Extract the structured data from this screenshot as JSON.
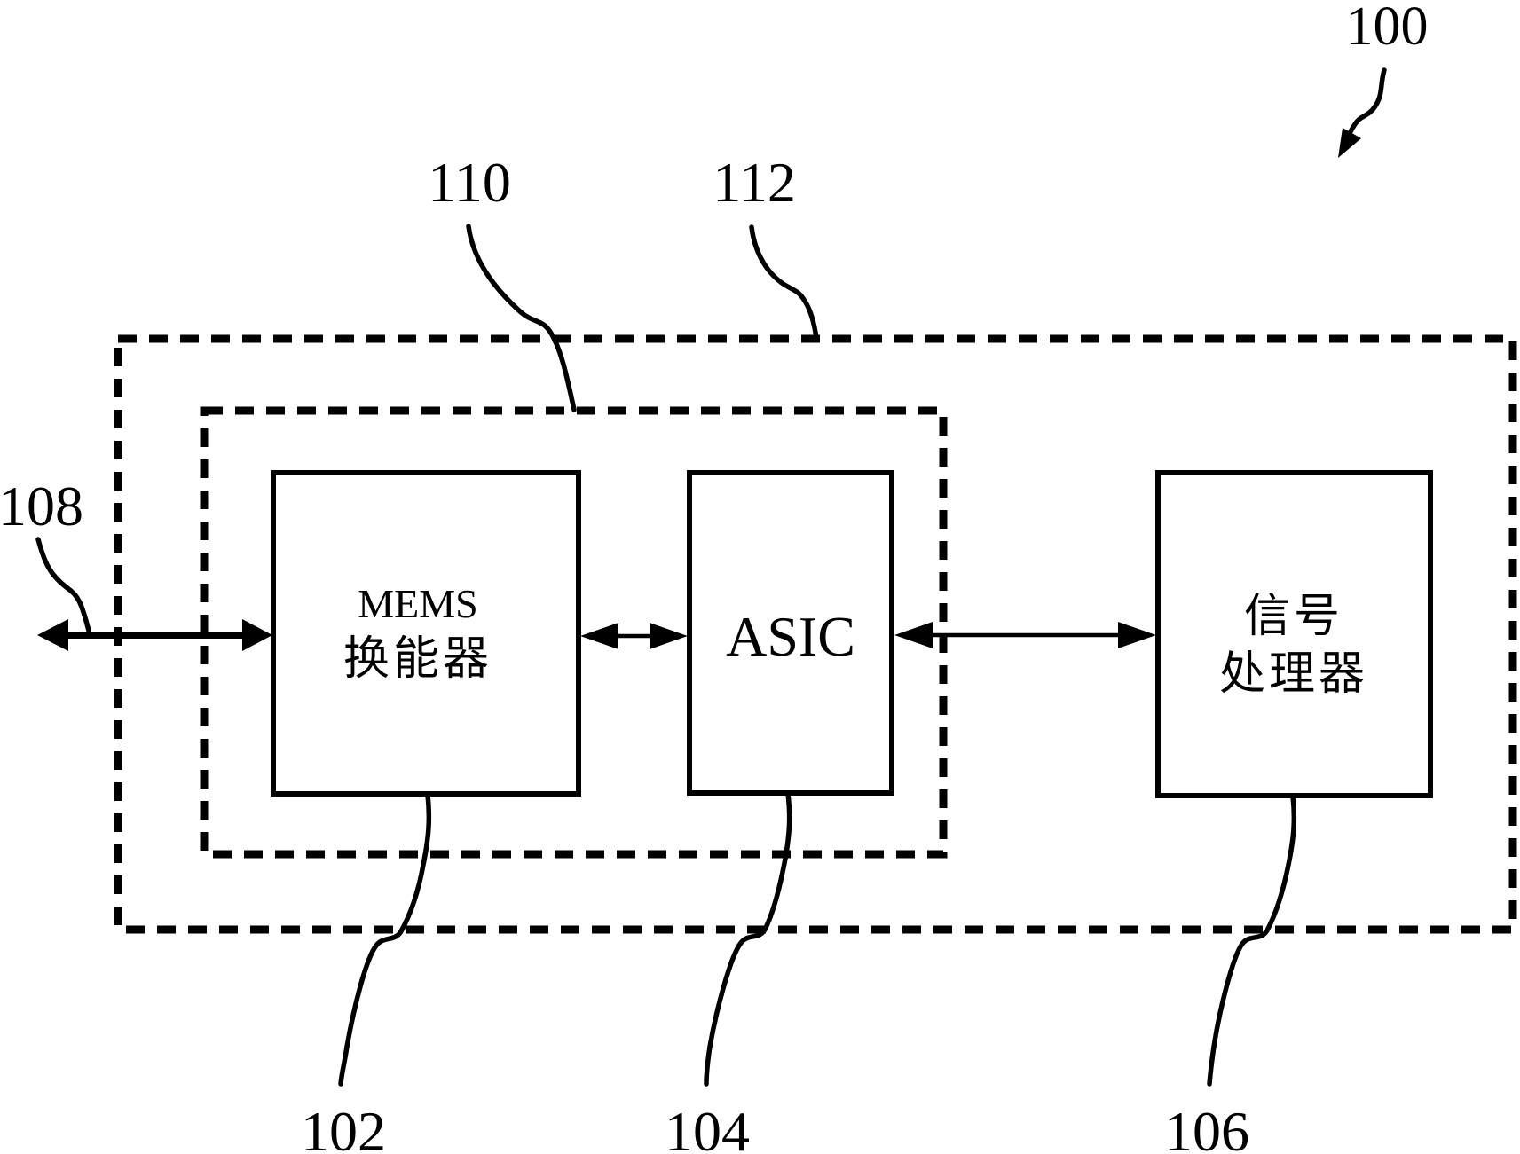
{
  "figure": {
    "type": "patent-block-diagram",
    "colors": {
      "ink": "#000000",
      "background": "#ffffff"
    },
    "reference_labels": {
      "system": "100",
      "mems_transducer": "102",
      "asic": "104",
      "signal_processor": "106",
      "port": "108",
      "inner_boundary": "110",
      "outer_boundary": "112"
    },
    "blocks": {
      "mems": {
        "line1": "MEMS",
        "line2": "换能器"
      },
      "asic": {
        "label": "ASIC"
      },
      "signal_processor": {
        "line1": "信号",
        "line2": "处理器"
      }
    }
  }
}
